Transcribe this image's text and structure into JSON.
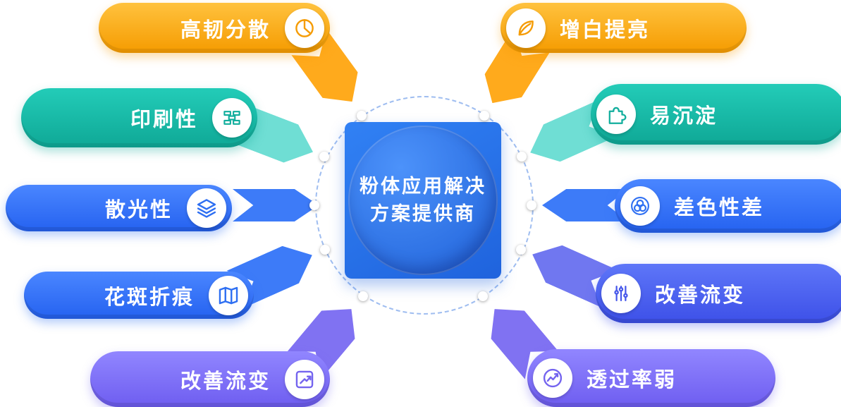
{
  "center": {
    "line1": "粉体应用解决",
    "line2": "方案提供商"
  },
  "left_items": [
    {
      "label": "高韧分散",
      "icon": "pie-chart-icon",
      "accent": "#F59C05"
    },
    {
      "label": "印刷性",
      "icon": "bricks-icon",
      "accent": "#12AE9D"
    },
    {
      "label": "散光性",
      "icon": "layers-icon",
      "accent": "#2E6FF2"
    },
    {
      "label": "花斑折痕",
      "icon": "map-icon",
      "accent": "#2E6FF2"
    },
    {
      "label": "改善流变",
      "icon": "trend-up-icon",
      "accent": "#7464EF"
    }
  ],
  "right_items": [
    {
      "label": "增白提亮",
      "icon": "leaf-icon",
      "accent": "#F59C05"
    },
    {
      "label": "易沉淀",
      "icon": "puzzle-icon",
      "accent": "#12AE9D"
    },
    {
      "label": "差色性差",
      "icon": "color-circles-icon",
      "accent": "#2E6FF2"
    },
    {
      "label": "改善流变",
      "icon": "equalizer-icon",
      "accent": "#4758EA"
    },
    {
      "label": "透过率弱",
      "icon": "line-chart-icon",
      "accent": "#7464EF"
    }
  ],
  "colors": {
    "orange": "#F59B00",
    "teal": "#0FA896",
    "blue": "#2E6FF2",
    "indigo": "#4758EA",
    "purple": "#7464EF",
    "center_blue": "#1F63DD",
    "background": "#FFFFFF"
  }
}
